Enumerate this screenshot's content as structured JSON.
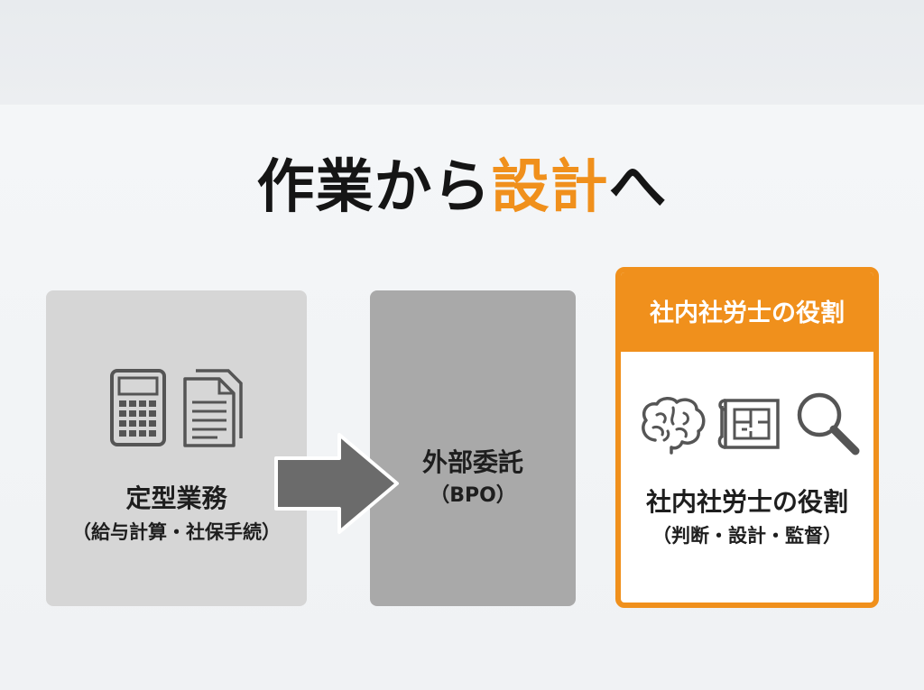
{
  "title": {
    "part1": "作業から",
    "accent": "設計",
    "part2": "へ"
  },
  "routine": {
    "label": "定型業務",
    "sub": "（給与計算・社保手続）",
    "icons": [
      "calculator-icon",
      "document-icon"
    ]
  },
  "bpo": {
    "label": "外部委託",
    "sub": "（BPO）"
  },
  "role": {
    "header": "社内社労士の役割",
    "label": "社内社労士の役割",
    "sub": "（判断・設計・監督）",
    "icons": [
      "brain-icon",
      "blueprint-icon",
      "magnifier-icon"
    ]
  },
  "colors": {
    "accent": "#f0901c",
    "routine_bg": "#d6d6d6",
    "bpo_bg": "#a9a9a9",
    "arrow": "#6b6b6b"
  }
}
